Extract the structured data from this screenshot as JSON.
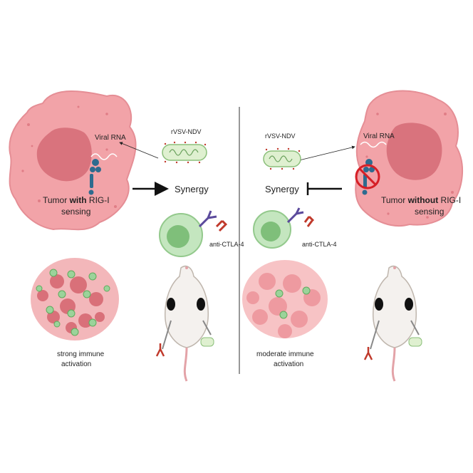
{
  "left": {
    "viral_rna": "Viral RNA",
    "tumor_prefix": "Tumor ",
    "tumor_bold": "with",
    "tumor_suffix": " RIG-I",
    "tumor_line2": "sensing",
    "virus": "rVSV-NDV",
    "synergy": "Synergy",
    "antibody": "anti-CTLA-4",
    "outcome_line1": "strong immune",
    "outcome_line2": "activation"
  },
  "right": {
    "viral_rna": "Viral RNA",
    "tumor_prefix": "Tumor ",
    "tumor_bold": "without",
    "tumor_suffix": " RIG-I",
    "tumor_line2": "sensing",
    "virus": "rVSV-NDV",
    "synergy": "Synergy",
    "antibody": "anti-CTLA-4",
    "outcome_line1": "moderate immune",
    "outcome_line2": "activation"
  },
  "colors": {
    "tumor_cell": "#f2a3a8",
    "tumor_nucleus": "#d9737d",
    "t_cell": "#a8d8a8",
    "rig_i": "#2e6b8f",
    "antibody": "#5b4a9c",
    "antibody_red": "#c0392b",
    "divider": "#555555"
  },
  "icons": [
    "tumor-cell-icon",
    "virus-icon",
    "t-cell-icon",
    "antibody-icon",
    "mouse-icon",
    "syringe-icon",
    "inhibition-icon"
  ]
}
